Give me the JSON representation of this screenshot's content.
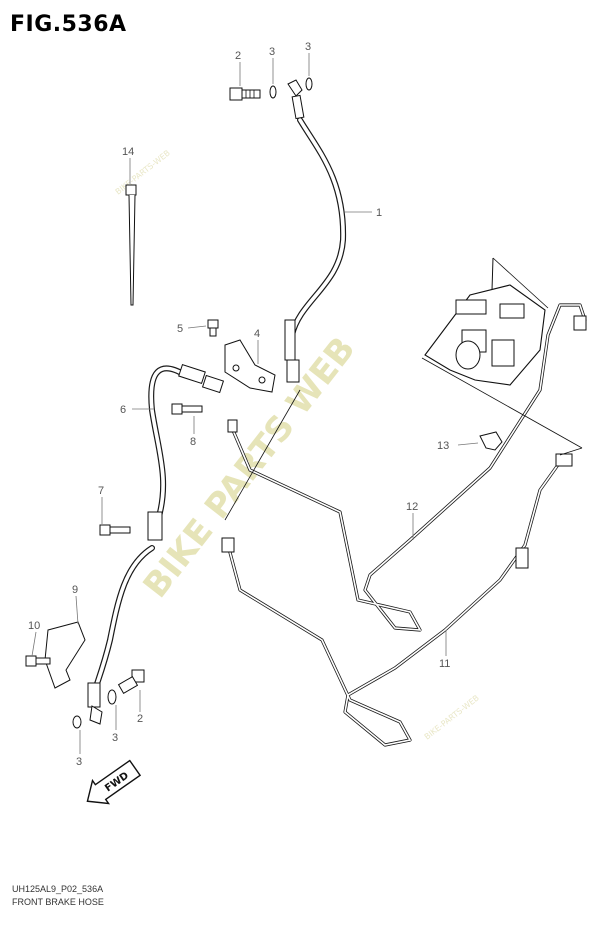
{
  "figure": {
    "title": "FIG.536A",
    "code": "UH125AL9_P02_536A",
    "caption": "FRONT BRAKE HOSE"
  },
  "direction_arrow": "FWD",
  "watermark": {
    "main": "BIKE PARTS WEB",
    "small": "BIKE-PARTS-WEB"
  },
  "callouts": [
    {
      "id": "c2a",
      "label": "2"
    },
    {
      "id": "c3a",
      "label": "3"
    },
    {
      "id": "c3b",
      "label": "3"
    },
    {
      "id": "c14",
      "label": "14"
    },
    {
      "id": "c1",
      "label": "1"
    },
    {
      "id": "c5",
      "label": "5"
    },
    {
      "id": "c4",
      "label": "4"
    },
    {
      "id": "c6",
      "label": "6"
    },
    {
      "id": "c8",
      "label": "8"
    },
    {
      "id": "c13",
      "label": "13"
    },
    {
      "id": "c7",
      "label": "7"
    },
    {
      "id": "c12",
      "label": "12"
    },
    {
      "id": "c9",
      "label": "9"
    },
    {
      "id": "c10",
      "label": "10"
    },
    {
      "id": "c11",
      "label": "11"
    },
    {
      "id": "c2b",
      "label": "2"
    },
    {
      "id": "c3c",
      "label": "3"
    },
    {
      "id": "c3d",
      "label": "3"
    }
  ]
}
